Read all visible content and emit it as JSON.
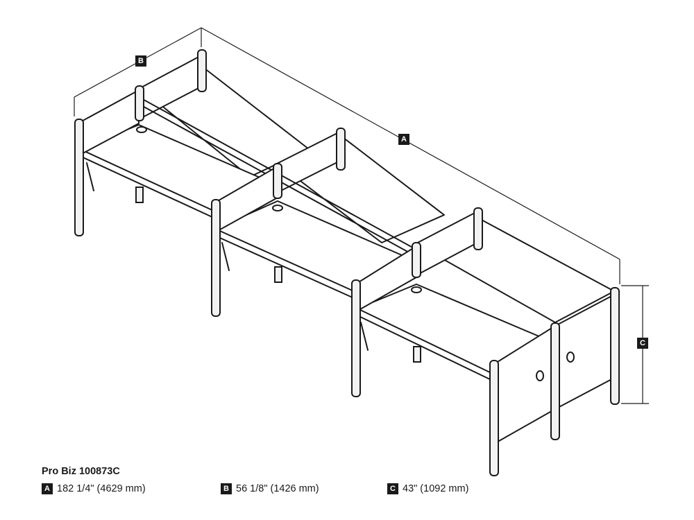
{
  "product": {
    "title": "Pro Biz 100873C"
  },
  "dimension_labels": {
    "A": "A",
    "B": "B",
    "C": "C"
  },
  "specs": [
    {
      "letter": "A",
      "value": "182 1/4\" (4629 mm)"
    },
    {
      "letter": "B",
      "value": "56 1/8\" (1426 mm)"
    },
    {
      "letter": "C",
      "value": "43\" (1092 mm)"
    }
  ],
  "colors": {
    "line": "#1a1a1a",
    "background": "#ffffff",
    "badge": "#1a1a1a"
  }
}
